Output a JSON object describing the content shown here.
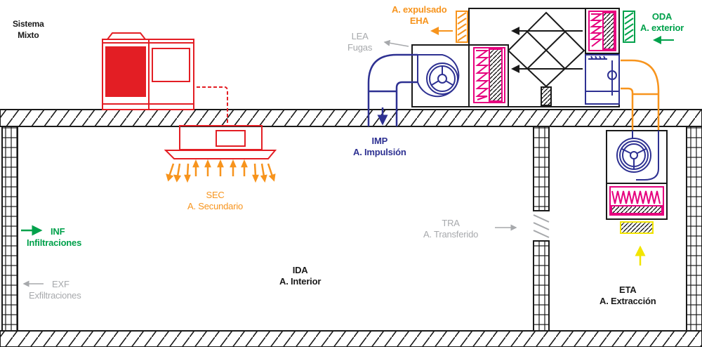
{
  "title": {
    "line1": "Sistema",
    "line2": "Mixto"
  },
  "colors": {
    "wall": "#1a1a1a",
    "secondary_unit": "#e31e24",
    "supply": "#2e3192",
    "coil": "#e6007e",
    "exhaust": "#f7941d",
    "outdoor": "#00a14b",
    "filter_extract": "#f2e500",
    "leakage": "#a7a9ac"
  },
  "labels": {
    "eha": {
      "line1": "A. expulsado",
      "line2": "EHA"
    },
    "oda": {
      "line1": "ODA",
      "line2": "A. exterior"
    },
    "lea": {
      "line1": "LEA",
      "line2": "Fugas"
    },
    "imp": {
      "line1": "IMP",
      "line2": "A. Impulsión"
    },
    "sec": {
      "line1": "SEC",
      "line2": "A. Secundario"
    },
    "inf": {
      "line1": "INF",
      "line2": "Infiltraciones"
    },
    "exf": {
      "line1": "EXF",
      "line2": "Exfiltraciones"
    },
    "ida": {
      "line1": "IDA",
      "line2": "A. Interior"
    },
    "tra": {
      "line1": "TRA",
      "line2": "A. Transferido"
    },
    "eta": {
      "line1": "ETA",
      "line2": "A. Extracción"
    }
  },
  "components": [
    "outdoor-condensing-unit",
    "cassette-indoor-unit",
    "air-handling-unit",
    "heat-recovery-exchanger",
    "supply-fan",
    "extract-fan",
    "heating-coil",
    "cooling-coil",
    "extract-filter",
    "transfer-grille"
  ]
}
